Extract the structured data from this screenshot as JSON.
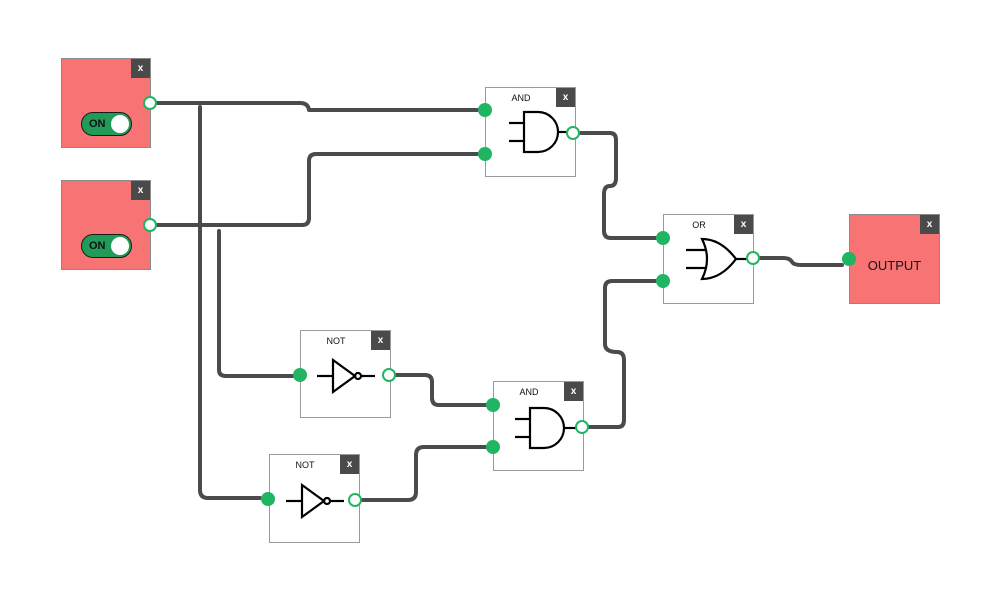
{
  "close_label": "x",
  "colors": {
    "wire": "#4b4b4b",
    "port": "#21b463",
    "io_block": "#f87373",
    "toggle_on": "#229b59"
  },
  "inputs": [
    {
      "toggle_label": "ON",
      "state": "on"
    },
    {
      "toggle_label": "ON",
      "state": "on"
    }
  ],
  "gates": {
    "and1": {
      "title": "AND",
      "icon": "and-gate-icon"
    },
    "or1": {
      "title": "OR",
      "icon": "or-gate-icon"
    },
    "not1": {
      "title": "NOT",
      "icon": "not-gate-icon"
    },
    "and2": {
      "title": "AND",
      "icon": "and-gate-icon"
    },
    "not2": {
      "title": "NOT",
      "icon": "not-gate-icon"
    }
  },
  "output": {
    "label": "OUTPUT"
  }
}
